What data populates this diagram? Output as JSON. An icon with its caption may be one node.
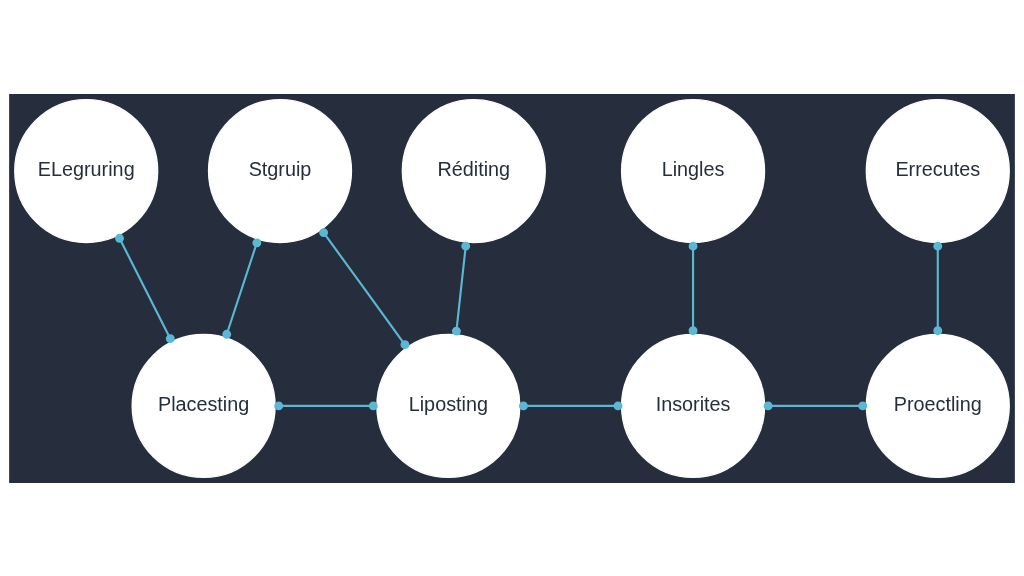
{
  "diagram": {
    "nodes": [
      {
        "text": [
          "ELegruring"
        ]
      },
      {
        "text": [
          "Stgruip"
        ]
      },
      {
        "text": [
          "Réditing"
        ]
      },
      {
        "text": [
          "Lingles"
        ]
      },
      {
        "text": [
          "Errecutes"
        ]
      },
      {
        "text": [
          "Placesting"
        ]
      },
      {
        "text": [
          "Liposting"
        ]
      },
      {
        "text": [
          "Insorites"
        ]
      },
      {
        "text": [
          "Proectling"
        ]
      }
    ],
    "edges": [
      {
        "from": 0,
        "to": 5,
        "arrow": "other"
      },
      {
        "from": 1,
        "to": 5,
        "arrow": "other"
      },
      {
        "from": 1,
        "to": 6,
        "arrow": "other"
      },
      {
        "from": 2,
        "to": 6,
        "arrow": "other"
      },
      {
        "from": 3,
        "to": 7,
        "arrow": "other"
      },
      {
        "from": 4,
        "to": 8,
        "arrow": "other"
      },
      {
        "from": 5,
        "to": 6,
        "arrow": "other"
      },
      {
        "from": 6,
        "to": 7,
        "arrow": "other"
      },
      {
        "from": 7,
        "to": 8,
        "arrow": "other"
      }
    ]
  }
}
